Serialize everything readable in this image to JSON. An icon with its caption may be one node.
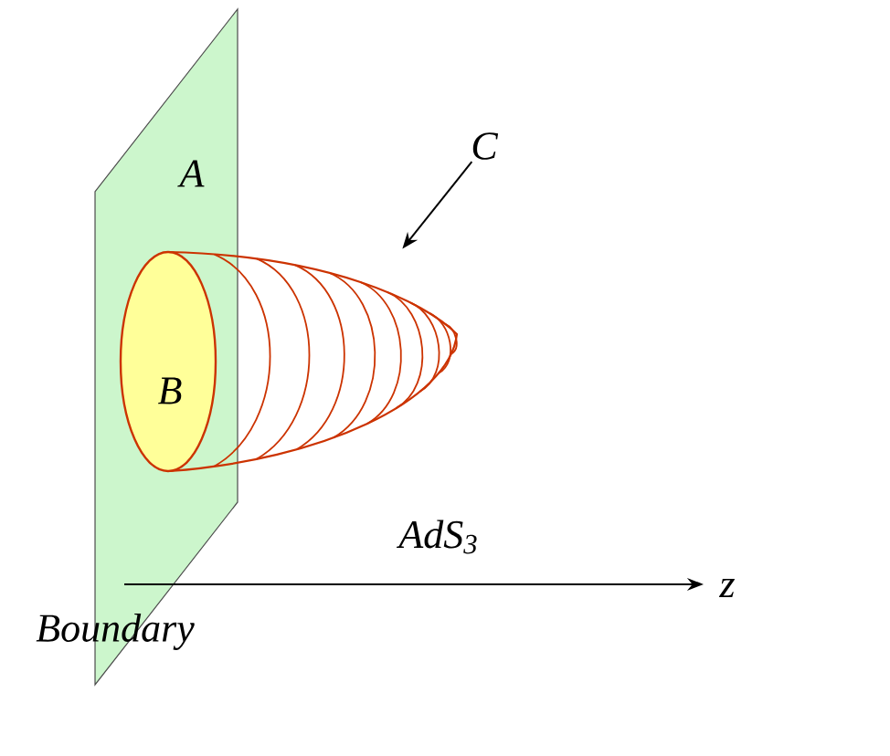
{
  "diagram": {
    "nodes": [
      {
        "text": [
          "A"
        ],
        "beside": [
          "Boundary"
        ]
      },
      {
        "text": [
          "B"
        ],
        "in": 0
      },
      {
        "text": [
          "C"
        ]
      },
      {
        "text": [],
        "shape": "surface"
      }
    ],
    "edges": [
      {
        "from": 2,
        "to": 3,
        "arrow": "to"
      }
    ],
    "labels": [
      "AdS$_{3}$",
      "z"
    ]
  }
}
